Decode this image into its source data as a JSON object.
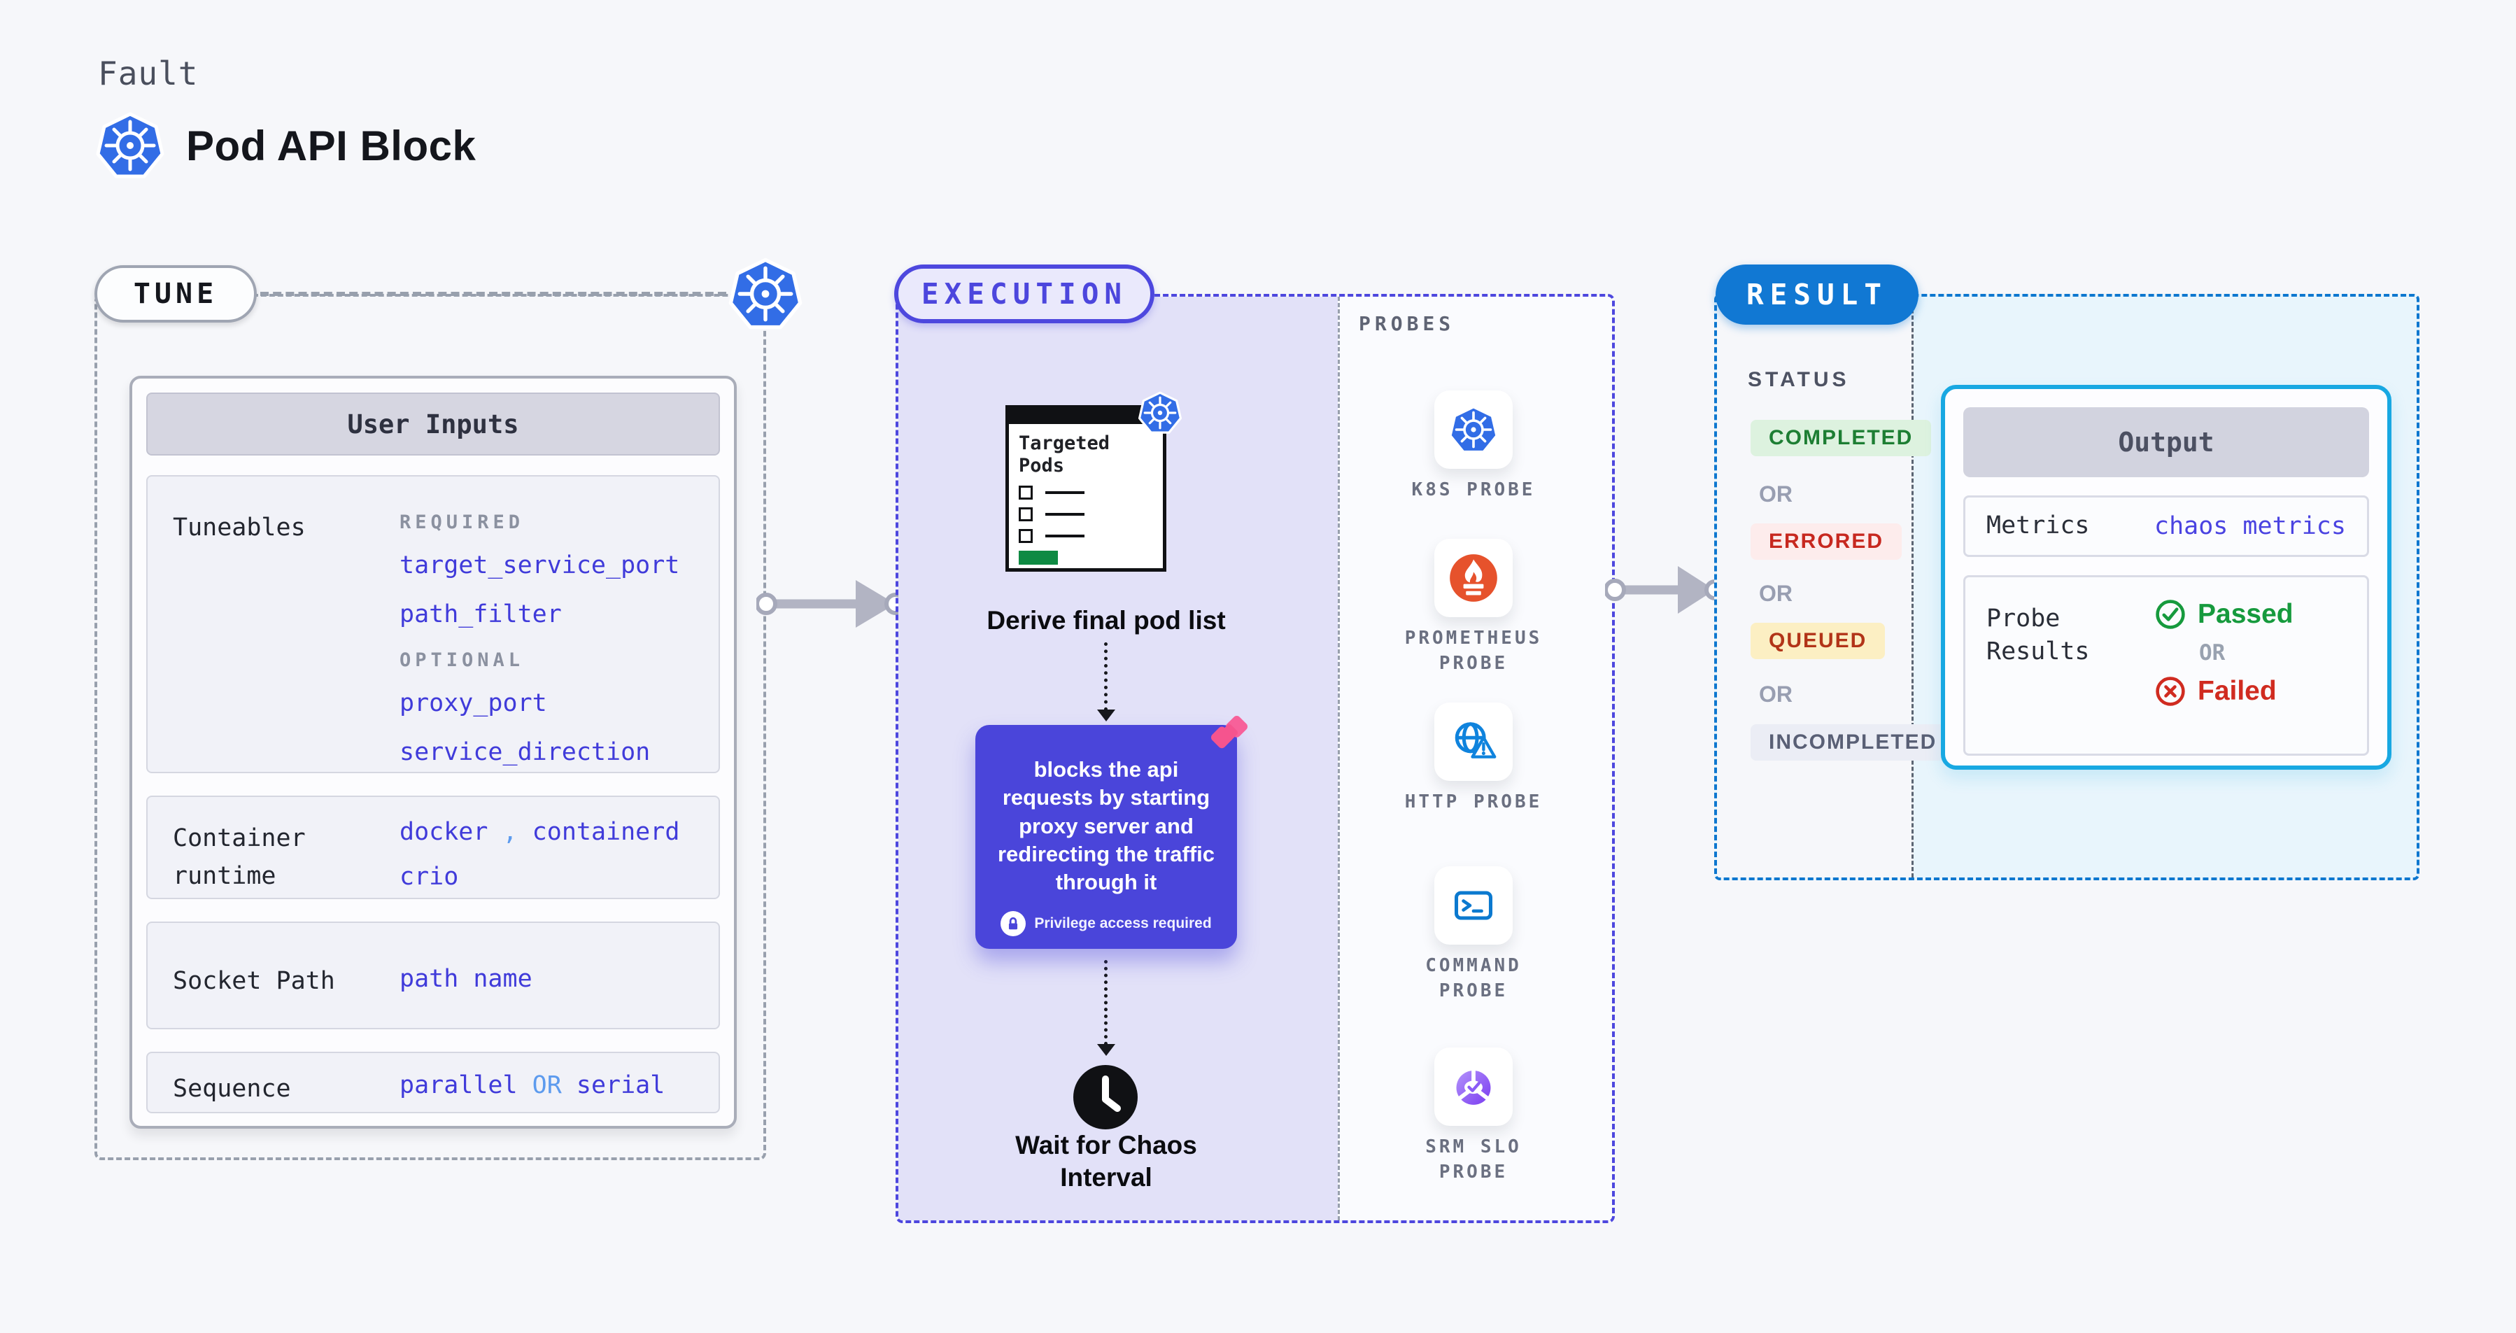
{
  "page": {
    "kicker": "Fault",
    "title": "Pod API Block"
  },
  "tune": {
    "badge": "TUNE",
    "user_inputs": {
      "title": "User Inputs",
      "tuneables": {
        "label": "Tuneables",
        "required_heading": "REQUIRED",
        "required_items": [
          "target_service_port",
          "path_filter"
        ],
        "optional_heading": "OPTIONAL",
        "optional_items": [
          "proxy_port",
          "service_direction"
        ]
      },
      "container_runtime": {
        "label": "Container runtime",
        "value_1": "docker",
        "separator": ",",
        "value_2": "containerd",
        "value_3": "crio"
      },
      "socket_path": {
        "label": "Socket Path",
        "value": "path name"
      },
      "sequence": {
        "label": "Sequence",
        "value_1": "parallel",
        "connector": "OR",
        "value_2": "serial"
      }
    }
  },
  "execution": {
    "badge": "EXECUTION",
    "targeted_pods_title": "Targeted Pods",
    "derive_label": "Derive final pod list",
    "fault_action": {
      "description": "blocks the api requests by starting proxy server and redirecting the traffic through it",
      "privilege_note": "Privilege access required"
    },
    "wait_label": "Wait for Chaos Interval"
  },
  "probes": {
    "heading": "PROBES",
    "items": [
      {
        "label": "K8S PROBE",
        "icon": "kubernetes-icon"
      },
      {
        "label": "PROMETHEUS PROBE",
        "icon": "prometheus-flame-icon"
      },
      {
        "label": "HTTP PROBE",
        "icon": "globe-alert-icon"
      },
      {
        "label": "COMMAND PROBE",
        "icon": "terminal-icon"
      },
      {
        "label": "SRM SLO PROBE",
        "icon": "slo-pie-icon"
      }
    ]
  },
  "result": {
    "badge": "RESULT",
    "status_heading": "STATUS",
    "or_label": "OR",
    "statuses": [
      {
        "label": "COMPLETED",
        "text_color": "#1d7e33",
        "bg_color": "#ddf2df"
      },
      {
        "label": "ERRORED",
        "text_color": "#c7281f",
        "bg_color": "#fdecec"
      },
      {
        "label": "QUEUED",
        "text_color": "#b23418",
        "bg_color": "#fcefc3"
      },
      {
        "label": "INCOMPLETED",
        "text_color": "#595f75",
        "bg_color": "#ebedf5"
      }
    ],
    "output": {
      "title": "Output",
      "metrics_label": "Metrics",
      "metrics_value": "chaos metrics",
      "probe_results_label": "Probe Results",
      "passed_label": "Passed",
      "or_label": "OR",
      "failed_label": "Failed"
    }
  },
  "colors": {
    "kubernetes_blue": "#326de6",
    "indigo_accent": "#4d47de",
    "fault_card_purple": "#4a45da",
    "result_blue": "#1178d3",
    "output_border_cyan": "#18a8e2",
    "passed_green": "#169a3d",
    "failed_red": "#d02b20",
    "param_blue": "#403bda",
    "connector_light_blue": "#5d9bee",
    "prometheus_orange": "#e6522c",
    "pod_bar_green": "#0f8a43",
    "litmus_pink": "#f5548e"
  }
}
